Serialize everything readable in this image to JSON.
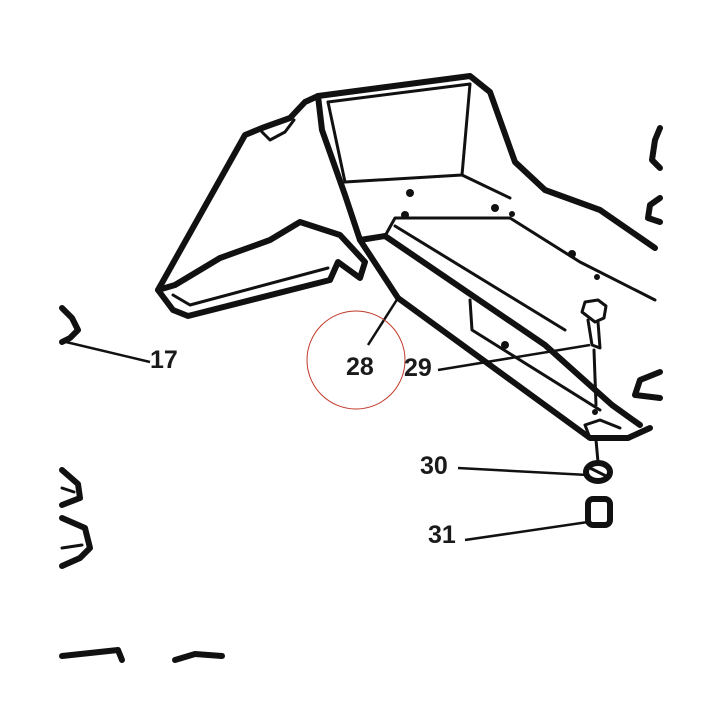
{
  "diagram": {
    "labels": {
      "part_17": "17",
      "part_28": "28",
      "part_29": "29",
      "part_30": "30",
      "part_31": "31"
    },
    "highlight_color": "#c0392b",
    "ink_color": "#111111"
  }
}
